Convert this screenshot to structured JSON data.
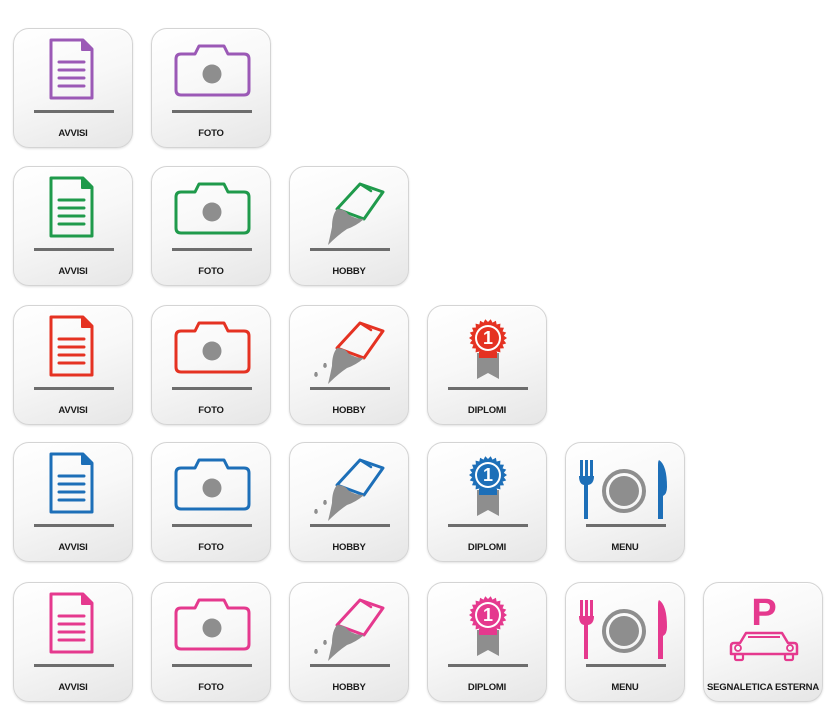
{
  "palette": {
    "row1": "#9b59b6",
    "row2": "#1f9a4b",
    "row3": "#e53222",
    "row4": "#1d6fb8",
    "row5": "#e5398e",
    "gray": "#8e8e8e",
    "bar": "#6d6d6d"
  },
  "rows": [
    {
      "tiles": [
        {
          "label": "AVVISI",
          "icon": "document-icon"
        },
        {
          "label": "FOTO",
          "icon": "camera-icon"
        }
      ]
    },
    {
      "tiles": [
        {
          "label": "AVVISI",
          "icon": "document-icon"
        },
        {
          "label": "FOTO",
          "icon": "camera-icon"
        },
        {
          "label": "HOBBY",
          "icon": "paintbrush-icon"
        }
      ]
    },
    {
      "tiles": [
        {
          "label": "AVVISI",
          "icon": "document-icon"
        },
        {
          "label": "FOTO",
          "icon": "camera-icon"
        },
        {
          "label": "HOBBY",
          "icon": "paintbrush-icon"
        },
        {
          "label": "DIPLOMI",
          "icon": "award-ribbon-icon"
        }
      ]
    },
    {
      "tiles": [
        {
          "label": "AVVISI",
          "icon": "document-icon"
        },
        {
          "label": "FOTO",
          "icon": "camera-icon"
        },
        {
          "label": "HOBBY",
          "icon": "paintbrush-icon"
        },
        {
          "label": "DIPLOMI",
          "icon": "award-ribbon-icon"
        },
        {
          "label": "MENU",
          "icon": "fork-plate-knife-icon"
        }
      ]
    },
    {
      "tiles": [
        {
          "label": "AVVISI",
          "icon": "document-icon"
        },
        {
          "label": "FOTO",
          "icon": "camera-icon"
        },
        {
          "label": "HOBBY",
          "icon": "paintbrush-icon"
        },
        {
          "label": "DIPLOMI",
          "icon": "award-ribbon-icon"
        },
        {
          "label": "MENU",
          "icon": "fork-plate-knife-icon"
        },
        {
          "label": "SEGNALETICA ESTERNA",
          "icon": "parking-car-icon"
        }
      ]
    }
  ],
  "award_number": "1",
  "parking_letter": "P"
}
